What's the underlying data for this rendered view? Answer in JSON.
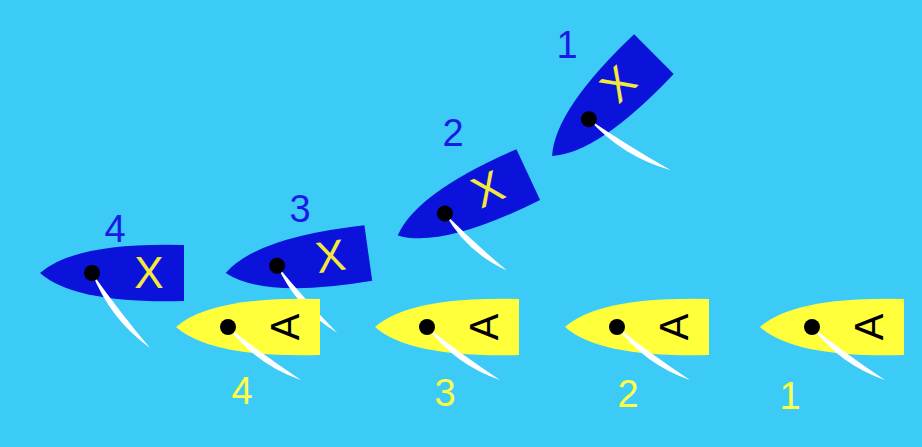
{
  "diagram": {
    "nodes": [
      {
        "text": [
          "X"
        ]
      },
      {
        "text": [
          "X"
        ]
      },
      {
        "text": [
          "X"
        ]
      },
      {
        "text": [
          "X"
        ]
      },
      {
        "text": [
          "A"
        ]
      },
      {
        "text": [
          "A"
        ]
      },
      {
        "text": [
          "A"
        ]
      },
      {
        "text": [
          "A"
        ]
      }
    ],
    "labels": [
      "1",
      "2",
      "3",
      "4",
      "4",
      "3",
      "2",
      "1"
    ]
  }
}
